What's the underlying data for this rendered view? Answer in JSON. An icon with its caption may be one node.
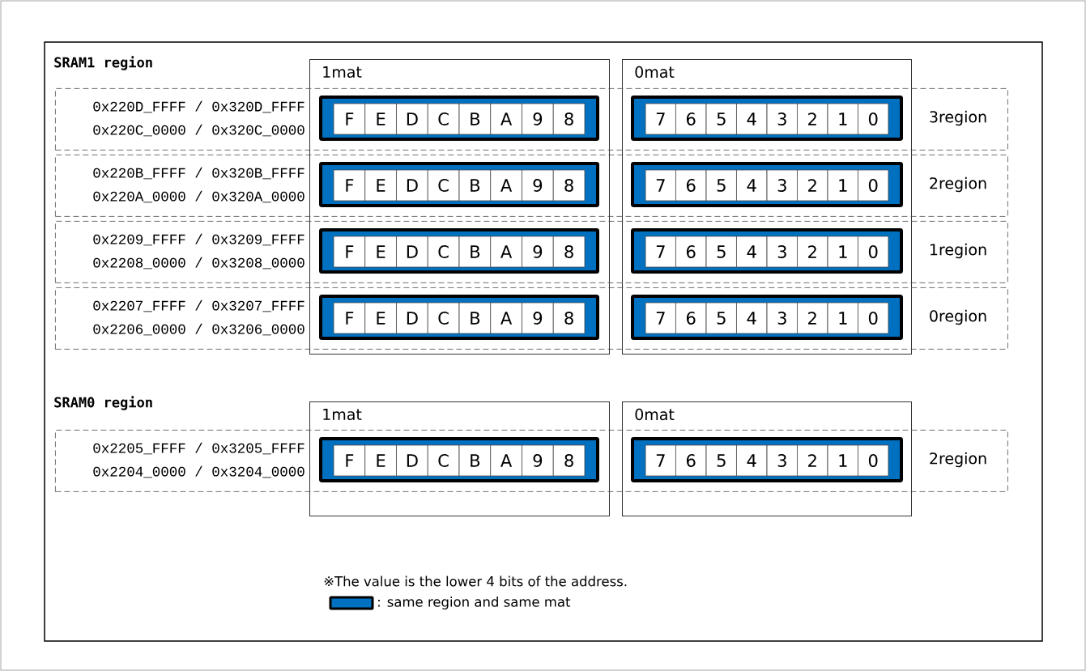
{
  "diagram": {
    "nodes": [
      {
        "text": [
          "1mat"
        ]
      },
      {
        "text": [
          "0mat"
        ]
      },
      {
        "text": [
          "0x220D_FFFF / 0x320D_FFFF",
          "0x220C_0000 / 0x320C_0000",
          "3region"
        ]
      },
      {
        "text": [],
        "shape": "bar"
      },
      {
        "text": [
          "F"
        ],
        "in": 3
      },
      {
        "text": [
          "E"
        ],
        "in": 3
      },
      {
        "text": [
          "D"
        ],
        "in": 3
      },
      {
        "text": [
          "C"
        ],
        "in": 3
      },
      {
        "text": [
          "B"
        ],
        "in": 3
      },
      {
        "text": [
          "A"
        ],
        "in": 3
      },
      {
        "text": [
          "9"
        ],
        "in": 3
      },
      {
        "text": [
          "8"
        ],
        "in": 3
      },
      {
        "text": [],
        "shape": "bar"
      },
      {
        "text": [
          "7"
        ],
        "in": 12
      },
      {
        "text": [
          "6"
        ],
        "in": 12
      },
      {
        "text": [
          "5"
        ],
        "in": 12
      },
      {
        "text": [
          "4"
        ],
        "in": 12
      },
      {
        "text": [
          "3"
        ],
        "in": 12
      },
      {
        "text": [
          "2"
        ],
        "in": 12
      },
      {
        "text": [
          "1"
        ],
        "in": 12
      },
      {
        "text": [
          "0"
        ],
        "in": 12
      },
      {
        "text": [
          "0x220B_FFFF / 0x320B_FFFF",
          "0x220A_0000 / 0x320A_0000",
          "2region"
        ]
      },
      {
        "text": [],
        "shape": "bar"
      },
      {
        "text": [
          "F"
        ],
        "in": 22
      },
      {
        "text": [
          "E"
        ],
        "in": 22
      },
      {
        "text": [
          "D"
        ],
        "in": 22
      },
      {
        "text": [
          "C"
        ],
        "in": 22
      },
      {
        "text": [
          "B"
        ],
        "in": 22
      },
      {
        "text": [
          "A"
        ],
        "in": 22
      },
      {
        "text": [
          "9"
        ],
        "in": 22
      },
      {
        "text": [
          "8"
        ],
        "in": 22
      },
      {
        "text": [],
        "shape": "bar"
      },
      {
        "text": [
          "7"
        ],
        "in": 31
      },
      {
        "text": [
          "6"
        ],
        "in": 31
      },
      {
        "text": [
          "5"
        ],
        "in": 31
      },
      {
        "text": [
          "4"
        ],
        "in": 31
      },
      {
        "text": [
          "3"
        ],
        "in": 31
      },
      {
        "text": [
          "2"
        ],
        "in": 31
      },
      {
        "text": [
          "1"
        ],
        "in": 31
      },
      {
        "text": [
          "0"
        ],
        "in": 31
      },
      {
        "text": [
          "0x2209_FFFF / 0x3209_FFFF",
          "0x2208_0000 / 0x3208_0000",
          "1region"
        ]
      },
      {
        "text": [],
        "shape": "bar"
      },
      {
        "text": [
          "F"
        ],
        "in": 41
      },
      {
        "text": [
          "E"
        ],
        "in": 41
      },
      {
        "text": [
          "D"
        ],
        "in": 41
      },
      {
        "text": [
          "C"
        ],
        "in": 41
      },
      {
        "text": [
          "B"
        ],
        "in": 41
      },
      {
        "text": [
          "A"
        ],
        "in": 41
      },
      {
        "text": [
          "9"
        ],
        "in": 41
      },
      {
        "text": [
          "8"
        ],
        "in": 41
      },
      {
        "text": [],
        "shape": "bar"
      },
      {
        "text": [
          "7"
        ],
        "in": 50
      },
      {
        "text": [
          "6"
        ],
        "in": 50
      },
      {
        "text": [
          "5"
        ],
        "in": 50
      },
      {
        "text": [
          "4"
        ],
        "in": 50
      },
      {
        "text": [
          "3"
        ],
        "in": 50
      },
      {
        "text": [
          "2"
        ],
        "in": 50
      },
      {
        "text": [
          "1"
        ],
        "in": 50
      },
      {
        "text": [
          "0"
        ],
        "in": 50
      },
      {
        "text": [
          "0x2207_FFFF / 0x3207_FFFF",
          "0x2206_0000 / 0x3206_0000",
          "0region"
        ]
      },
      {
        "text": [],
        "shape": "bar"
      },
      {
        "text": [
          "F"
        ],
        "in": 60
      },
      {
        "text": [
          "E"
        ],
        "in": 60
      },
      {
        "text": [
          "D"
        ],
        "in": 60
      },
      {
        "text": [
          "C"
        ],
        "in": 60
      },
      {
        "text": [
          "B"
        ],
        "in": 60
      },
      {
        "text": [
          "A"
        ],
        "in": 60
      },
      {
        "text": [
          "9"
        ],
        "in": 60
      },
      {
        "text": [
          "8"
        ],
        "in": 60
      },
      {
        "text": [],
        "shape": "bar"
      },
      {
        "text": [
          "7"
        ],
        "in": 69
      },
      {
        "text": [
          "6"
        ],
        "in": 69
      },
      {
        "text": [
          "5"
        ],
        "in": 69
      },
      {
        "text": [
          "4"
        ],
        "in": 69
      },
      {
        "text": [
          "3"
        ],
        "in": 69
      },
      {
        "text": [
          "2"
        ],
        "in": 69
      },
      {
        "text": [
          "1"
        ],
        "in": 69
      },
      {
        "text": [
          "0"
        ],
        "in": 69
      },
      {
        "text": [
          "1mat"
        ]
      },
      {
        "text": [
          "0mat"
        ]
      },
      {
        "text": [
          "0x2205_FFFF / 0x3205_FFFF",
          "0x2204_0000 / 0x3204_0000",
          "2region"
        ]
      },
      {
        "text": [],
        "shape": "bar"
      },
      {
        "text": [
          "F"
        ],
        "in": 81
      },
      {
        "text": [
          "E"
        ],
        "in": 81
      },
      {
        "text": [
          "D"
        ],
        "in": 81
      },
      {
        "text": [
          "C"
        ],
        "in": 81
      },
      {
        "text": [
          "B"
        ],
        "in": 81
      },
      {
        "text": [
          "A"
        ],
        "in": 81
      },
      {
        "text": [
          "9"
        ],
        "in": 81
      },
      {
        "text": [
          "8"
        ],
        "in": 81
      },
      {
        "text": [],
        "shape": "bar"
      },
      {
        "text": [
          "7"
        ],
        "in": 90
      },
      {
        "text": [
          "6"
        ],
        "in": 90
      },
      {
        "text": [
          "5"
        ],
        "in": 90
      },
      {
        "text": [
          "4"
        ],
        "in": 90
      },
      {
        "text": [
          "3"
        ],
        "in": 90
      },
      {
        "text": [
          "2"
        ],
        "in": 90
      },
      {
        "text": [
          "1"
        ],
        "in": 90
      },
      {
        "text": [
          "0"
        ],
        "in": 90
      }
    ],
    "labels": [
      "SRAM1 region",
      "SRAM0 region",
      "※The value is the lower 4 bits of the address."
    ],
    "legend": [
      {
        "text": ": same region and same mat",
        "color": "#0070c0"
      }
    ]
  }
}
